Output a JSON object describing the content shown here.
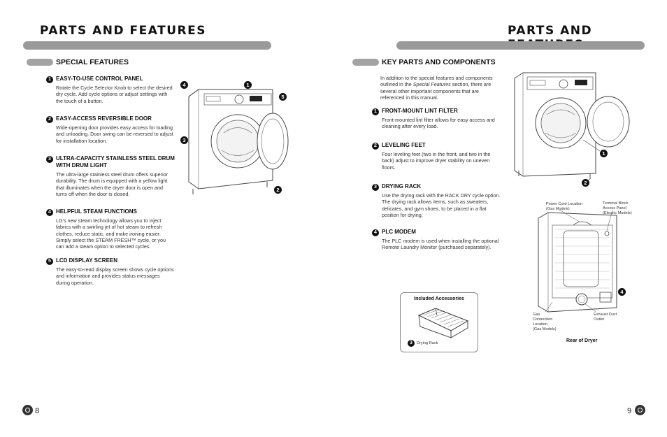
{
  "left_page": {
    "title": "PARTS AND FEATURES",
    "section_heading": "SPECIAL FEATURES",
    "page_number": "8",
    "features": [
      {
        "num": "1",
        "title": "EASY-TO-USE CONTROL PANEL",
        "body": "Rotate the Cycle Selector Knob to select the desired dry cycle. Add cycle options or adjust settings with the touch of a button."
      },
      {
        "num": "2",
        "title": "EASY-ACCESS REVERSIBLE DOOR",
        "body": "Wide-opening door provides easy access for loading and unloading. Door swing can be reversed to adjust for installation location."
      },
      {
        "num": "3",
        "title": "ULTRA-CAPACITY STAINLESS STEEL DRUM WITH DRUM LIGHT",
        "body": "The ultra-large stainless steel drum offers superior durability. The drum is equipped with a yellow light that illuminates when the dryer door is open and turns off when the door is closed."
      },
      {
        "num": "4",
        "title": "HELPFUL STEAM FUNCTIONS",
        "body": "LG's new steam technology allows you to inject fabrics with a swirling jet of hot steam to refresh clothes, reduce static, and make ironing easier. Simply select the STEAM FRESH™ cycle, or you can add a steam option to selected cycles."
      },
      {
        "num": "5",
        "title": "LCD DISPLAY SCREEN",
        "body": "The easy-to-read display screen shows cycle options and information and provides status messages during operation."
      }
    ],
    "callouts": [
      "4",
      "1",
      "5",
      "3",
      "2"
    ]
  },
  "right_page": {
    "title": "PARTS AND FEATURES",
    "section_heading": "KEY PARTS AND COMPONENTS",
    "page_number": "9",
    "intro_before": "In addition to the special features and components outlined in the ",
    "intro_italic": "Special Features",
    "intro_after": " section, there are several other important components that are referenced in this manual.",
    "components": [
      {
        "num": "1",
        "title": "FRONT-MOUNT LINT FILTER",
        "body": "Front-mounted lint filter allows for easy access and cleaning after every load."
      },
      {
        "num": "2",
        "title": "LEVELING FEET",
        "body": "Four leveling feet (two in the front, and two in the back) adjust to improve dryer stability on uneven floors."
      },
      {
        "num": "3",
        "title": "DRYING RACK",
        "body": "Use the drying rack with the RACK DRY cycle option. The drying rack allows items, such as sweaters, delicates, and gym shoes, to be placed in a flat position for drying."
      },
      {
        "num": "4",
        "title": "PLC MODEM",
        "body": "The PLC modem is used when installing the optional Remote Laundry Monitor (purchased separately)."
      }
    ],
    "front_callouts": [
      "1",
      "2"
    ],
    "rear_labels": {
      "power_cord": "Power Cord Location\n(Gas Models)",
      "terminal_block": "Terminal Block\nAccess Panel\n(Electric Models)",
      "gas_connection": "Gas\nConnection\nLocation\n(Gas Models)",
      "exhaust": "Exhaust Duct\nOutlet",
      "caption": "Rear of Dryer",
      "callout": "4"
    },
    "accessories": {
      "title": "Included Accessories",
      "item_num": "3",
      "item_label": "Drying Rack"
    }
  }
}
